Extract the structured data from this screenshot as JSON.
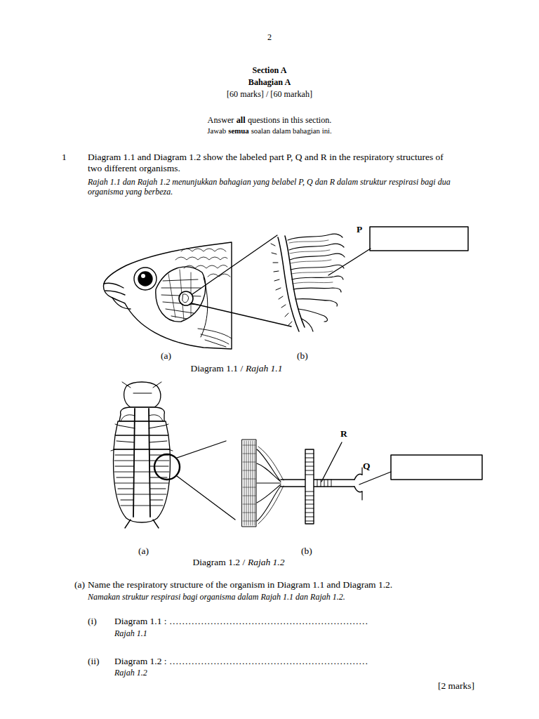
{
  "diagram": {
    "title": "Section A",
    "labels": [
      "2",
      "Bahagian A",
      "[60 marks] / [60 markah]",
      "Answer",
      "all",
      "questions in this section.",
      "Jawab",
      "semua",
      "soalan dalam bahagian ini.",
      "1",
      "Diagram 1.1 and Diagram 1.2 show the labeled part P, Q and R in the respiratory structures of two different organisms.",
      "Rajah 1.1 dan Rajah 1.2 menunjukkan bahagian yang belabel P, Q dan R dalam struktur respirasi bagi dua organisma yang berbeza.",
      "P",
      "(a)",
      "(b)",
      "Diagram 1.1 /",
      "Rajah 1.1",
      "R",
      "Q",
      "(a)",
      "(b)",
      "Diagram 1.2 /",
      "Rajah 1.2",
      "(a)",
      "Name the respiratory structure of the organism in Diagram 1.1 and Diagram 1.2.",
      "Namakan struktur respirasi bagi organisma dalam Rajah 1.1 dan Rajah 1.2.",
      "(i)",
      "Diagram 1.1 : ………………………………………………………",
      "Rajah 1.1",
      "(ii)",
      "Diagram 1.2 : ………………………………………………………",
      "Rajah 1.2",
      "[2 marks]"
    ]
  }
}
